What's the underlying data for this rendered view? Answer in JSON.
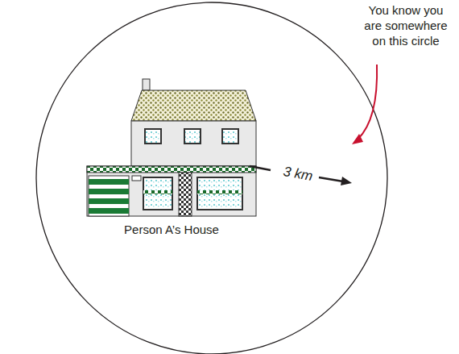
{
  "diagram": {
    "labels": [
      "Person A’s House",
      "3 km",
      "You know you are somewhere on this circle"
    ]
  }
}
